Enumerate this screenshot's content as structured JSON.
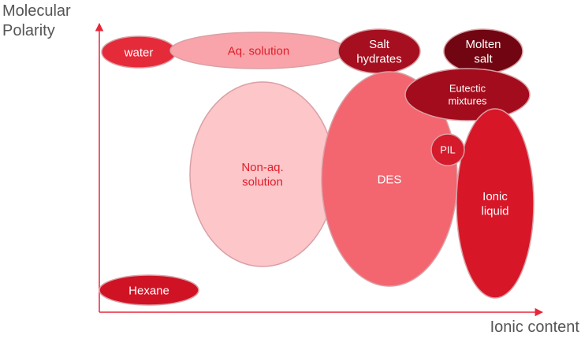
{
  "axes": {
    "y_title_line1": "Molecular",
    "y_title_line2": "Polarity",
    "x_title": "Ionic content"
  },
  "regions": [
    {
      "id": "water",
      "line1": "water",
      "line2": "",
      "fill": "#e52a3a",
      "text_color": "#ffffff"
    },
    {
      "id": "aq",
      "line1": "Aq. solution",
      "line2": "",
      "fill": "#f9a4aa",
      "text_color": "#e01e2b"
    },
    {
      "id": "salt",
      "line1": "Salt",
      "line2": "hydrates",
      "fill": "#a50f1f",
      "text_color": "#ffffff"
    },
    {
      "id": "molten",
      "line1": "Molten",
      "line2": "salt",
      "fill": "#720512",
      "text_color": "#ffffff"
    },
    {
      "id": "nonaq",
      "line1": "Non-aq.",
      "line2": "solution",
      "fill": "#fdc6c9",
      "text_color": "#e01e2b"
    },
    {
      "id": "des",
      "line1": "DES",
      "line2": "",
      "fill": "#f3656f",
      "text_color": "#ffffff"
    },
    {
      "id": "eutectic",
      "line1": "Eutectic",
      "line2": "mixtures",
      "fill": "#a30c1c",
      "text_color": "#ffffff"
    },
    {
      "id": "ionic",
      "line1": "Ionic",
      "line2": "liquid",
      "fill": "#d71628",
      "text_color": "#ffffff"
    },
    {
      "id": "pil",
      "line1": "PIL",
      "line2": "",
      "fill": "#d41a2b",
      "text_color": "#ffffff"
    },
    {
      "id": "hexane",
      "line1": "Hexane",
      "line2": "",
      "fill": "#cf1325",
      "text_color": "#ffffff"
    }
  ],
  "colors": {
    "axis": "#e8263a",
    "border": "#d9a0a5"
  }
}
